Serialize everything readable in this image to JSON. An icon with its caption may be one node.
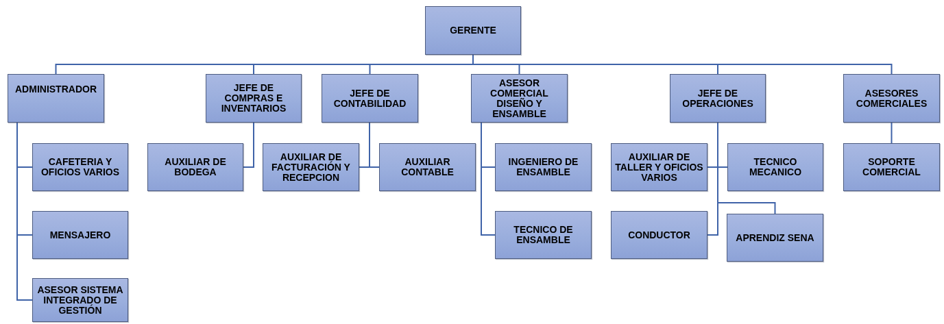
{
  "diagram": {
    "nodes": [
      {
        "text": [
          "GERENTE"
        ]
      },
      {
        "text": [
          "ADMINISTRADOR"
        ]
      },
      {
        "text": [
          "JEFE DE COMPRAS E INVENTARIOS"
        ]
      },
      {
        "text": [
          "JEFE DE CONTABILIDAD"
        ]
      },
      {
        "text": [
          "ASESOR COMERCIAL DISEÑO Y ENSAMBLE"
        ]
      },
      {
        "text": [
          "JEFE DE OPERACIONES"
        ]
      },
      {
        "text": [
          "ASESORES COMERCIALES"
        ]
      },
      {
        "text": [
          "CAFETERIA Y OFICIOS VARIOS"
        ]
      },
      {
        "text": [
          "MENSAJERO"
        ]
      },
      {
        "text": [
          "ASESOR SISTEMA INTEGRADO DE GESTIÓN"
        ]
      },
      {
        "text": [
          "AUXILIAR DE BODEGA"
        ]
      },
      {
        "text": [
          "AUXILIAR DE FACTURACIÓN Y RECEPCION"
        ]
      },
      {
        "text": [
          "AUXILIAR CONTABLE"
        ]
      },
      {
        "text": [
          "INGENIERO DE ENSAMBLE"
        ]
      },
      {
        "text": [
          "TECNICO DE ENSAMBLE"
        ]
      },
      {
        "text": [
          "AUXILIAR DE TALLER Y OFICIOS VARIOS"
        ]
      },
      {
        "text": [
          "TECNICO MECANICO"
        ]
      },
      {
        "text": [
          "CONDUCTOR"
        ]
      },
      {
        "text": [
          "APRENDIZ SENA"
        ]
      },
      {
        "text": [
          "SOPORTE COMERCIAL"
        ]
      }
    ],
    "edges": [
      {
        "from": 0,
        "to": 1,
        "arrow": "none"
      },
      {
        "from": 0,
        "to": 2,
        "arrow": "none"
      },
      {
        "from": 0,
        "to": 3,
        "arrow": "none"
      },
      {
        "from": 0,
        "to": 4,
        "arrow": "none"
      },
      {
        "from": 0,
        "to": 5,
        "arrow": "none"
      },
      {
        "from": 0,
        "to": 6,
        "arrow": "none"
      },
      {
        "from": 1,
        "to": 7,
        "arrow": "none"
      },
      {
        "from": 1,
        "to": 8,
        "arrow": "none"
      },
      {
        "from": 1,
        "to": 9,
        "arrow": "none"
      },
      {
        "from": 2,
        "to": 10,
        "arrow": "none"
      },
      {
        "from": 3,
        "to": 11,
        "arrow": "none"
      },
      {
        "from": 3,
        "to": 12,
        "arrow": "none"
      },
      {
        "from": 4,
        "to": 13,
        "arrow": "none"
      },
      {
        "from": 4,
        "to": 14,
        "arrow": "none"
      },
      {
        "from": 5,
        "to": 15,
        "arrow": "none"
      },
      {
        "from": 5,
        "to": 16,
        "arrow": "none"
      },
      {
        "from": 5,
        "to": 17,
        "arrow": "none"
      },
      {
        "from": 5,
        "to": 18,
        "arrow": "none"
      },
      {
        "from": 6,
        "to": 19,
        "arrow": "none"
      }
    ]
  }
}
